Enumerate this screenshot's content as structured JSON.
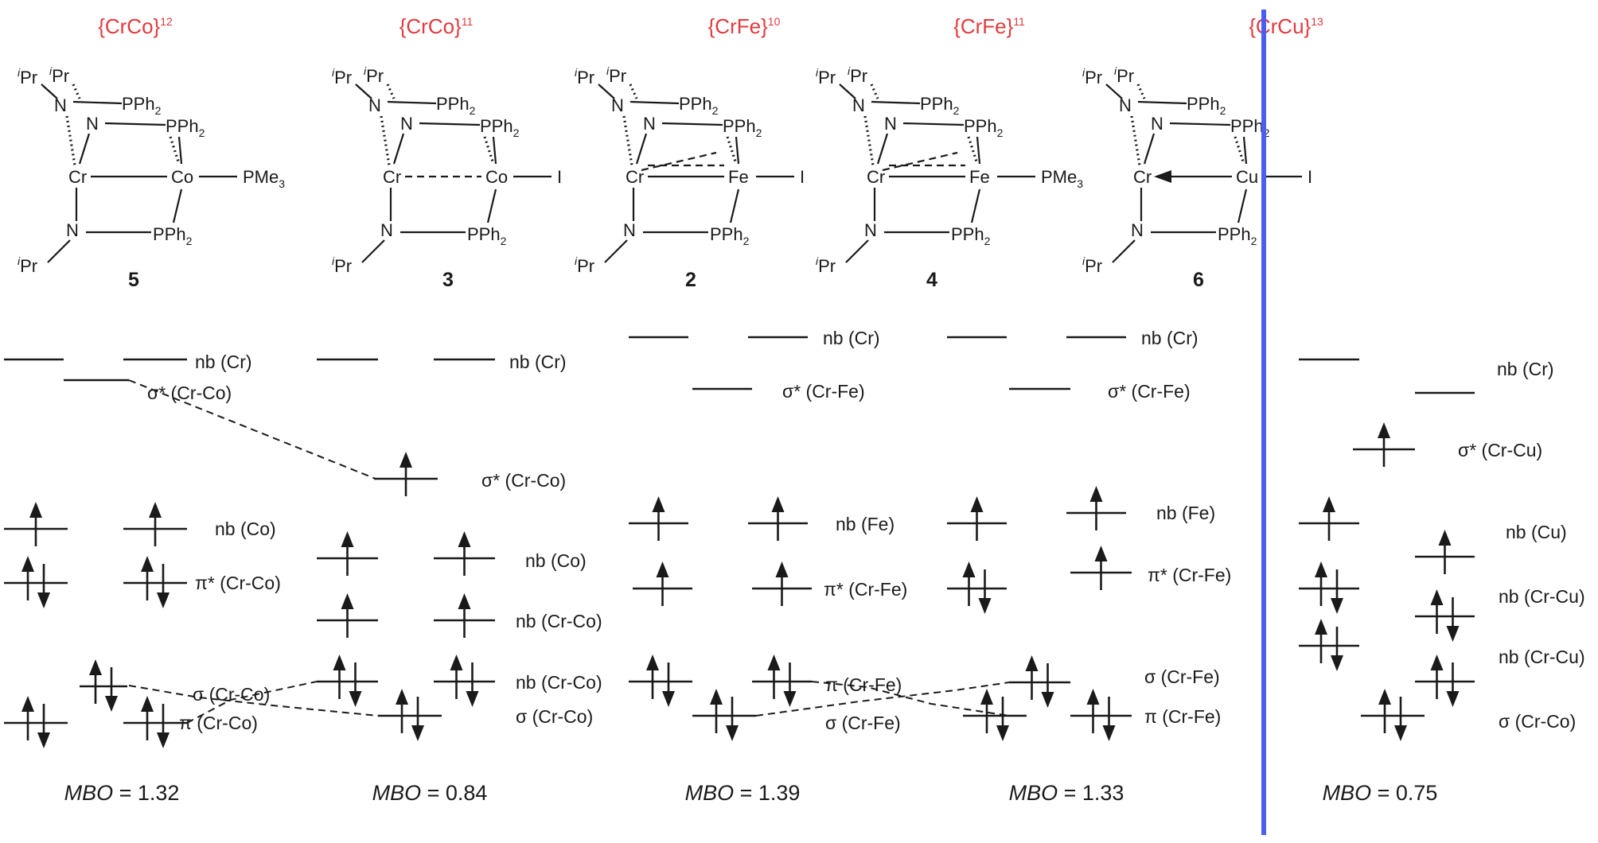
{
  "colors": {
    "title": "#e2393d",
    "divider": "#4a5ef2",
    "ink": "#1a1a1a"
  },
  "complexes": [
    {
      "id": "5",
      "title_main": "{CrCo}",
      "title_sup": "12",
      "compound": "5",
      "metal": "Co",
      "ligand": "PMe",
      "ligand_sub": "3",
      "mm_bond": "single",
      "mbo_label": "MBO",
      "mbo_value": " = 1.32"
    },
    {
      "id": "3",
      "title_main": "{CrCo}",
      "title_sup": "11",
      "compound": "3",
      "metal": "Co",
      "ligand": "I",
      "ligand_sub": "",
      "mm_bond": "dashed",
      "mbo_label": "MBO",
      "mbo_value": " = 0.84"
    },
    {
      "id": "2",
      "title_main": "{CrFe}",
      "title_sup": "10",
      "compound": "2",
      "metal": "Fe",
      "ligand": "I",
      "ligand_sub": "",
      "mm_bond": "triple",
      "mbo_label": "MBO",
      "mbo_value": " = 1.39"
    },
    {
      "id": "4",
      "title_main": "{CrFe}",
      "title_sup": "11",
      "compound": "4",
      "metal": "Fe",
      "ligand": "PMe",
      "ligand_sub": "3",
      "mm_bond": "triple",
      "mbo_label": "MBO",
      "mbo_value": " = 1.33"
    },
    {
      "id": "6",
      "title_main": "{CrCu}",
      "title_sup": "13",
      "compound": "6",
      "metal": "Cu",
      "ligand": "I",
      "ligand_sub": "",
      "mm_bond": "dative",
      "mbo_label": "MBO",
      "mbo_value": " = 0.75"
    }
  ],
  "atom_labels": {
    "ipr_sup": "i",
    "ipr_main": "Pr",
    "n": "N",
    "cr": "Cr",
    "pph": "PPh",
    "pph_sub": "2"
  },
  "mo_labels": [
    {
      "complex": "5",
      "text": "nb (Cr)"
    },
    {
      "complex": "5",
      "text": "σ* (Cr-Co)"
    },
    {
      "complex": "5",
      "text": "nb (Co)"
    },
    {
      "complex": "5",
      "text": "π* (Cr-Co)"
    },
    {
      "complex": "5",
      "text": "σ (Cr-Co)"
    },
    {
      "complex": "5",
      "text": "π (Cr-Co)"
    },
    {
      "complex": "3",
      "text": "nb (Cr)"
    },
    {
      "complex": "3",
      "text": "σ* (Cr-Co)"
    },
    {
      "complex": "3",
      "text": "nb (Co)"
    },
    {
      "complex": "3",
      "text": "nb (Cr-Co)"
    },
    {
      "complex": "3",
      "text": "nb (Cr-Co)"
    },
    {
      "complex": "3",
      "text": "σ (Cr-Co)"
    },
    {
      "complex": "2",
      "text": "nb (Cr)"
    },
    {
      "complex": "2",
      "text": "σ* (Cr-Fe)"
    },
    {
      "complex": "2",
      "text": "nb (Fe)"
    },
    {
      "complex": "2",
      "text": "π* (Cr-Fe)"
    },
    {
      "complex": "2",
      "text": "π (Cr-Fe)"
    },
    {
      "complex": "2",
      "text": "σ (Cr-Fe)"
    },
    {
      "complex": "4",
      "text": "nb (Cr)"
    },
    {
      "complex": "4",
      "text": "σ* (Cr-Fe)"
    },
    {
      "complex": "4",
      "text": "nb (Fe)"
    },
    {
      "complex": "4",
      "text": "π* (Cr-Fe)"
    },
    {
      "complex": "4",
      "text": "σ (Cr-Fe)"
    },
    {
      "complex": "4",
      "text": "π (Cr-Fe)"
    },
    {
      "complex": "6",
      "text": "nb (Cr)"
    },
    {
      "complex": "6",
      "text": "σ* (Cr-Cu)"
    },
    {
      "complex": "6",
      "text": "nb (Cu)"
    },
    {
      "complex": "6",
      "text": "nb (Cr-Cu)"
    },
    {
      "complex": "6",
      "text": "nb (Cr-Cu)"
    },
    {
      "complex": "6",
      "text": "σ (Cr-Co)"
    }
  ],
  "levels": [
    {
      "complex": "5",
      "column": "left",
      "electrons": 0
    },
    {
      "complex": "5",
      "column": "right",
      "electrons": 0
    },
    {
      "complex": "5",
      "column": "right",
      "electrons": 0
    },
    {
      "complex": "5",
      "column": "left",
      "electrons": 1
    },
    {
      "complex": "5",
      "column": "right",
      "electrons": 1
    },
    {
      "complex": "5",
      "column": "left",
      "electrons": 2
    },
    {
      "complex": "5",
      "column": "right",
      "electrons": 2
    },
    {
      "complex": "5",
      "column": "right",
      "electrons": 2
    },
    {
      "complex": "5",
      "column": "left",
      "electrons": 2
    },
    {
      "complex": "5",
      "column": "right",
      "electrons": 2
    },
    {
      "complex": "3",
      "column": "left",
      "electrons": 0
    },
    {
      "complex": "3",
      "column": "right",
      "electrons": 0
    },
    {
      "complex": "3",
      "column": "center",
      "electrons": 1
    },
    {
      "complex": "3",
      "column": "left",
      "electrons": 1
    },
    {
      "complex": "3",
      "column": "right",
      "electrons": 1
    },
    {
      "complex": "3",
      "column": "left",
      "electrons": 1
    },
    {
      "complex": "3",
      "column": "right",
      "electrons": 1
    },
    {
      "complex": "3",
      "column": "left",
      "electrons": 2
    },
    {
      "complex": "3",
      "column": "right",
      "electrons": 2
    },
    {
      "complex": "3",
      "column": "center",
      "electrons": 2
    },
    {
      "complex": "2",
      "column": "left",
      "electrons": 0
    },
    {
      "complex": "2",
      "column": "right",
      "electrons": 0
    },
    {
      "complex": "2",
      "column": "center",
      "electrons": 0
    },
    {
      "complex": "2",
      "column": "left",
      "electrons": 1
    },
    {
      "complex": "2",
      "column": "right",
      "electrons": 1
    },
    {
      "complex": "2",
      "column": "left",
      "electrons": 1
    },
    {
      "complex": "2",
      "column": "right",
      "electrons": 1
    },
    {
      "complex": "2",
      "column": "left",
      "electrons": 2
    },
    {
      "complex": "2",
      "column": "right",
      "electrons": 2
    },
    {
      "complex": "2",
      "column": "center",
      "electrons": 2
    },
    {
      "complex": "4",
      "column": "left",
      "electrons": 0
    },
    {
      "complex": "4",
      "column": "right",
      "electrons": 0
    },
    {
      "complex": "4",
      "column": "center",
      "electrons": 0
    },
    {
      "complex": "4",
      "column": "left",
      "electrons": 1
    },
    {
      "complex": "4",
      "column": "right",
      "electrons": 1
    },
    {
      "complex": "4",
      "column": "left",
      "electrons": 2
    },
    {
      "complex": "4",
      "column": "right",
      "electrons": 1
    },
    {
      "complex": "4",
      "column": "right",
      "electrons": 2
    },
    {
      "complex": "4",
      "column": "left",
      "electrons": 2
    },
    {
      "complex": "4",
      "column": "right",
      "electrons": 2
    },
    {
      "complex": "6",
      "column": "left",
      "electrons": 0
    },
    {
      "complex": "6",
      "column": "right",
      "electrons": 0
    },
    {
      "complex": "6",
      "column": "center",
      "electrons": 1
    },
    {
      "complex": "6",
      "column": "left",
      "electrons": 1
    },
    {
      "complex": "6",
      "column": "right",
      "electrons": 1
    },
    {
      "complex": "6",
      "column": "left",
      "electrons": 2
    },
    {
      "complex": "6",
      "column": "right",
      "electrons": 2
    },
    {
      "complex": "6",
      "column": "left",
      "electrons": 2
    },
    {
      "complex": "6",
      "column": "right",
      "electrons": 2
    },
    {
      "complex": "6",
      "column": "center",
      "electrons": 2
    }
  ]
}
